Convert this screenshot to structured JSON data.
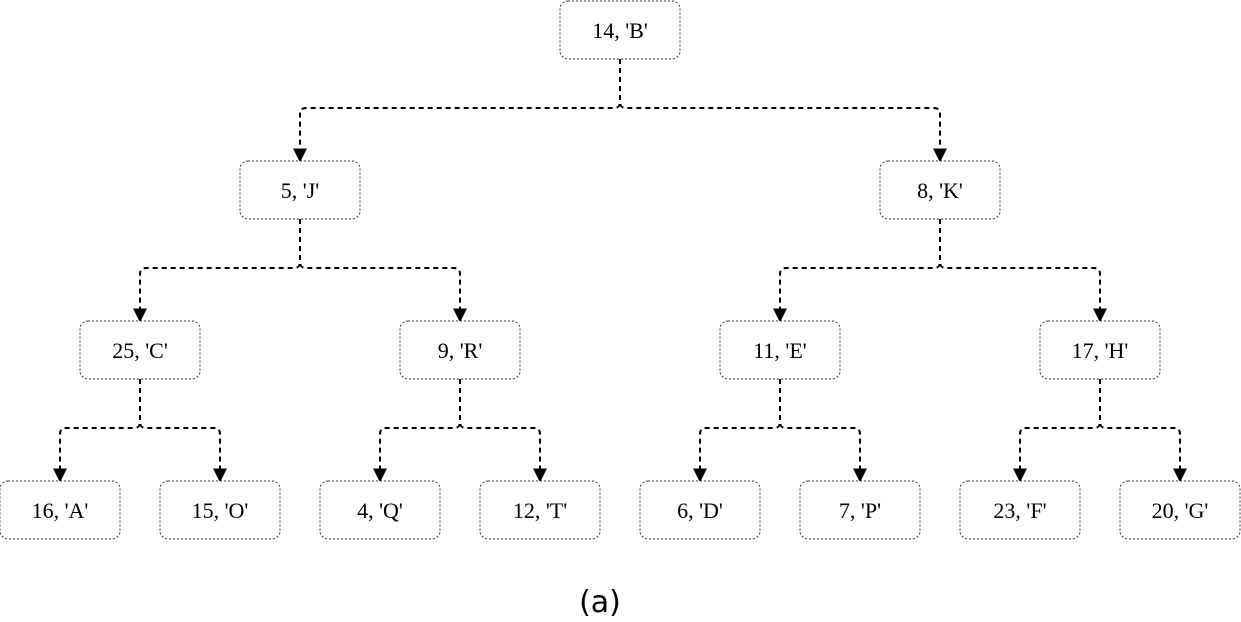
{
  "caption": "(a)",
  "nodes": [
    {
      "id": "n1",
      "label": "14, 'B'"
    },
    {
      "id": "n2",
      "label": "5, 'J'"
    },
    {
      "id": "n3",
      "label": "8, 'K'"
    },
    {
      "id": "n4",
      "label": "25, 'C'"
    },
    {
      "id": "n5",
      "label": "9, 'R'"
    },
    {
      "id": "n6",
      "label": "11, 'E'"
    },
    {
      "id": "n7",
      "label": "17, 'H'"
    },
    {
      "id": "n8",
      "label": "16, 'A'"
    },
    {
      "id": "n9",
      "label": "15, 'O'"
    },
    {
      "id": "n10",
      "label": "4, 'Q'"
    },
    {
      "id": "n11",
      "label": "12, 'T'"
    },
    {
      "id": "n12",
      "label": "6, 'D'"
    },
    {
      "id": "n13",
      "label": "7, 'P'"
    },
    {
      "id": "n14",
      "label": "23, 'F'"
    },
    {
      "id": "n15",
      "label": "20, 'G'"
    }
  ],
  "edges": [
    {
      "from": "n1",
      "to": "n2"
    },
    {
      "from": "n1",
      "to": "n3"
    },
    {
      "from": "n2",
      "to": "n4"
    },
    {
      "from": "n2",
      "to": "n5"
    },
    {
      "from": "n3",
      "to": "n6"
    },
    {
      "from": "n3",
      "to": "n7"
    },
    {
      "from": "n4",
      "to": "n8"
    },
    {
      "from": "n4",
      "to": "n9"
    },
    {
      "from": "n5",
      "to": "n10"
    },
    {
      "from": "n5",
      "to": "n11"
    },
    {
      "from": "n6",
      "to": "n12"
    },
    {
      "from": "n6",
      "to": "n13"
    },
    {
      "from": "n7",
      "to": "n14"
    },
    {
      "from": "n7",
      "to": "n15"
    }
  ]
}
